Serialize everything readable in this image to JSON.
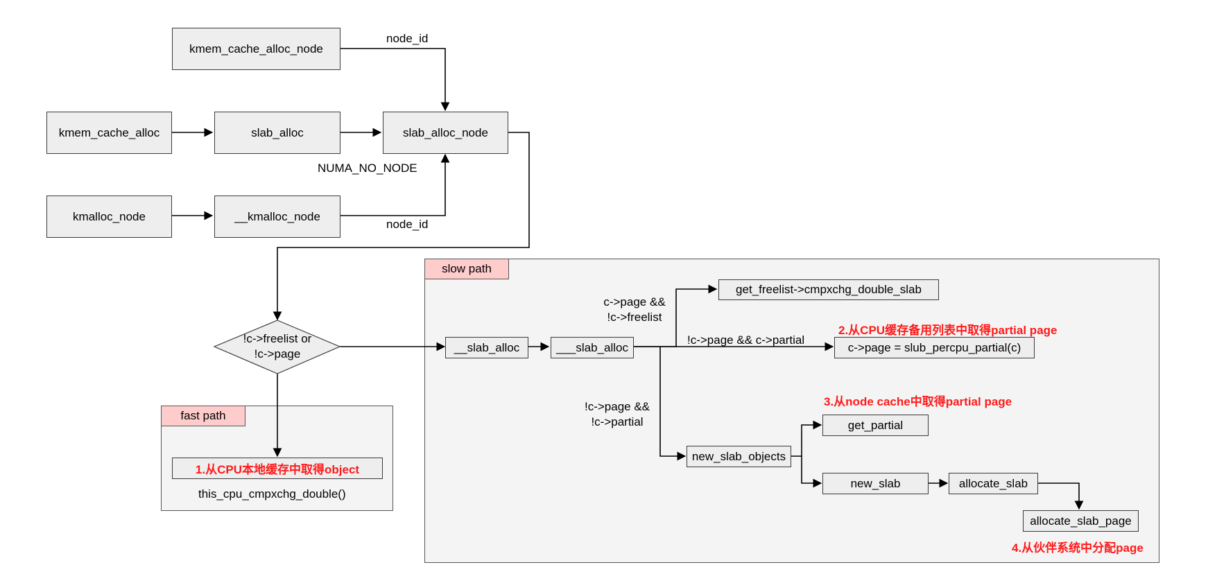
{
  "nodes": {
    "kmem_cache_alloc_node": "kmem_cache_alloc_node",
    "kmem_cache_alloc": "kmem_cache_alloc",
    "slab_alloc": "slab_alloc",
    "slab_alloc_node": "slab_alloc_node",
    "kmalloc_node": "kmalloc_node",
    "__kmalloc_node": "__kmalloc_node",
    "decision_line1": "!c->freelist or",
    "decision_line2": "!c->page",
    "__slab_alloc": "__slab_alloc",
    "___slab_alloc": "___slab_alloc",
    "get_freelist": "get_freelist->cmpxchg_double_slab",
    "slub_percpu_partial": "c->page = slub_percpu_partial(c)",
    "new_slab_objects": "new_slab_objects",
    "get_partial": "get_partial",
    "new_slab": "new_slab",
    "allocate_slab": "allocate_slab",
    "allocate_slab_page": "allocate_slab_page"
  },
  "edge_labels": {
    "node_id_top": "node_id",
    "node_id_bottom": "node_id",
    "numa_no_node": "NUMA_NO_NODE",
    "cond_freelist_line1": "c->page &&",
    "cond_freelist_line2": "!c->freelist",
    "cond_percpu_partial": "!c->page && c->partial",
    "cond_partial_line1": "!c->page &&",
    "cond_partial_line2": "!c->partial"
  },
  "groups": {
    "fast_path": "fast path",
    "slow_path": "slow path"
  },
  "fast_path_content": {
    "step1": "1.从CPU本地缓存中取得object",
    "call": "this_cpu_cmpxchg_double()"
  },
  "annotations": {
    "step2": "2.从CPU缓存备用列表中取得partial page",
    "step3": "3.从node cache中取得partial page",
    "step4": "4.从伙伴系统中分配page"
  },
  "colors": {
    "annotation_red": "#ff1a1a",
    "tag_pink": "#ffcccc",
    "box_fill": "#eeeeee",
    "group_fill": "#f4f4f4"
  }
}
